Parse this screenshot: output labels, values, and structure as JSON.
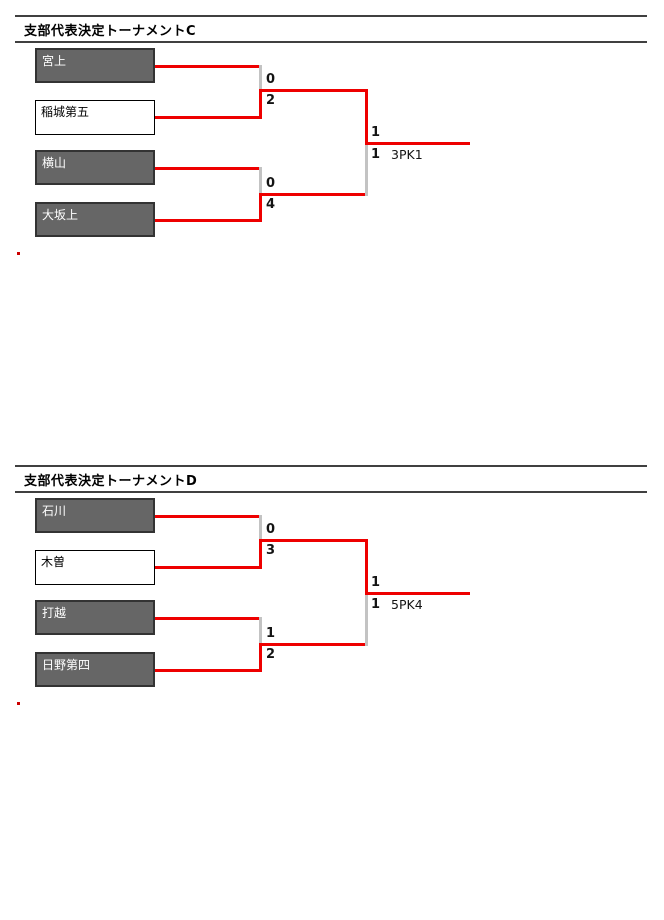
{
  "page": {
    "background": "#ffffff",
    "colors": {
      "winner_line_red": "#ee0000",
      "loser_line_gray": "#c3c3c3",
      "dark_box_fill": "#666666",
      "dark_box_text": "#ffffff",
      "light_box_fill": "#ffffff",
      "light_box_text": "#000000",
      "section_rule": "#404040",
      "score_text": "#141414",
      "marker_dot": "#cc0000"
    }
  },
  "bracket_c": {
    "title": "支部代表決定トーナメントC",
    "team_1": "宮上",
    "team_2": "稲城第五",
    "team_3": "横山",
    "team_4": "大坂上",
    "match_1": {
      "top_score": "0",
      "bottom_score": "2",
      "winner_side": "bottom"
    },
    "match_2": {
      "top_score": "0",
      "bottom_score": "4",
      "winner_side": "bottom"
    },
    "final": {
      "top_score": "1",
      "bottom_score": "1",
      "pk_note": "3PK1",
      "winner_side": "top"
    }
  },
  "bracket_d": {
    "title": "支部代表決定トーナメントD",
    "team_1": "石川",
    "team_2": "木曽",
    "team_3": "打越",
    "team_4": "日野第四",
    "match_1": {
      "top_score": "0",
      "bottom_score": "3",
      "winner_side": "bottom"
    },
    "match_2": {
      "top_score": "1",
      "bottom_score": "2",
      "winner_side": "bottom"
    },
    "final": {
      "top_score": "1",
      "bottom_score": "1",
      "pk_note": "5PK4",
      "winner_side": "top"
    }
  }
}
